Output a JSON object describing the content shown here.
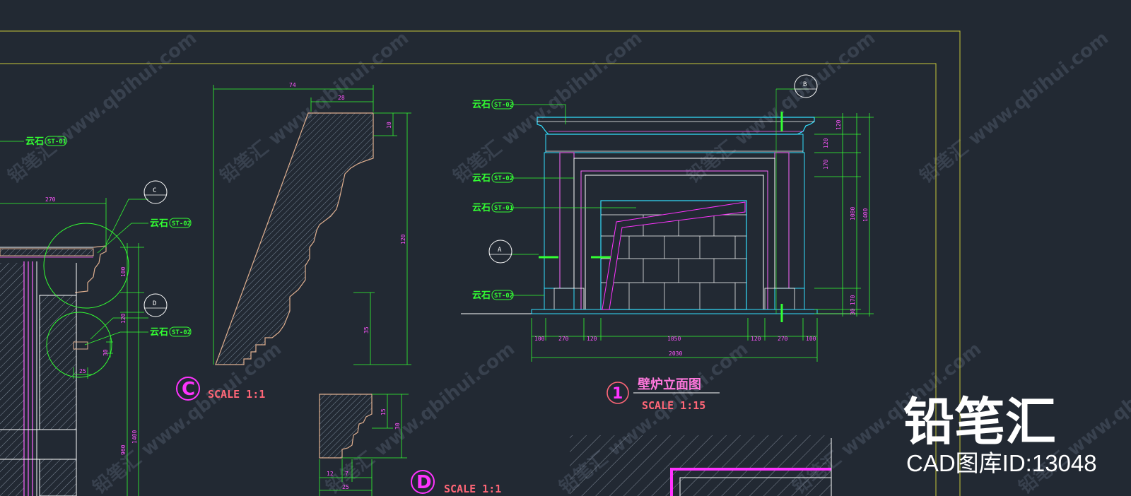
{
  "drawing": {
    "material_labels": {
      "left_st01": {
        "name": "云石",
        "tag": "ST-01"
      },
      "left_st02_upper": {
        "name": "云石",
        "tag": "ST-02"
      },
      "left_st02_lower": {
        "name": "云石",
        "tag": "ST-02"
      },
      "elev_st02_top": {
        "name": "云石",
        "tag": "ST-02"
      },
      "elev_st02_mid": {
        "name": "云石",
        "tag": "ST-02"
      },
      "elev_st01": {
        "name": "云石",
        "tag": "ST-01"
      },
      "elev_st02_bottom": {
        "name": "云石",
        "tag": "ST-02"
      }
    },
    "callouts": {
      "c": "C",
      "d": "D",
      "a": "A",
      "b": "B"
    },
    "left_dims": {
      "width_270": "270",
      "h_100": "100",
      "h_120": "120",
      "h_30": "30",
      "w_25": "25",
      "h_1400": "1400",
      "h_960": "960"
    },
    "detail_c": {
      "letter": "C",
      "scale": "SCALE 1:1",
      "dims": {
        "w74": "74",
        "w28": "28",
        "h10": "10",
        "h120": "120",
        "h35": "35"
      }
    },
    "detail_d": {
      "letter": "D",
      "scale": "SCALE 1:1",
      "dims": {
        "h15": "15",
        "h30": "30",
        "w12": "12",
        "w7": "7",
        "w25": "25"
      }
    },
    "elevation": {
      "number": "1",
      "title": "壁炉立面图",
      "scale": "SCALE 1:15",
      "bottom_dims": [
        "100",
        "270",
        "120",
        "1050",
        "120",
        "270",
        "100"
      ],
      "overall_width": "2030",
      "right_dims": {
        "r120a": "120",
        "r120b": "120",
        "r170a": "170",
        "r1080": "1080",
        "r1400": "1400",
        "r170b": "170",
        "r30": "30"
      }
    },
    "watermark": {
      "brand": "铅笔汇",
      "id_text": "CAD图库ID:13048",
      "diagonal": "铅笔汇 www.qbihui.com"
    }
  }
}
